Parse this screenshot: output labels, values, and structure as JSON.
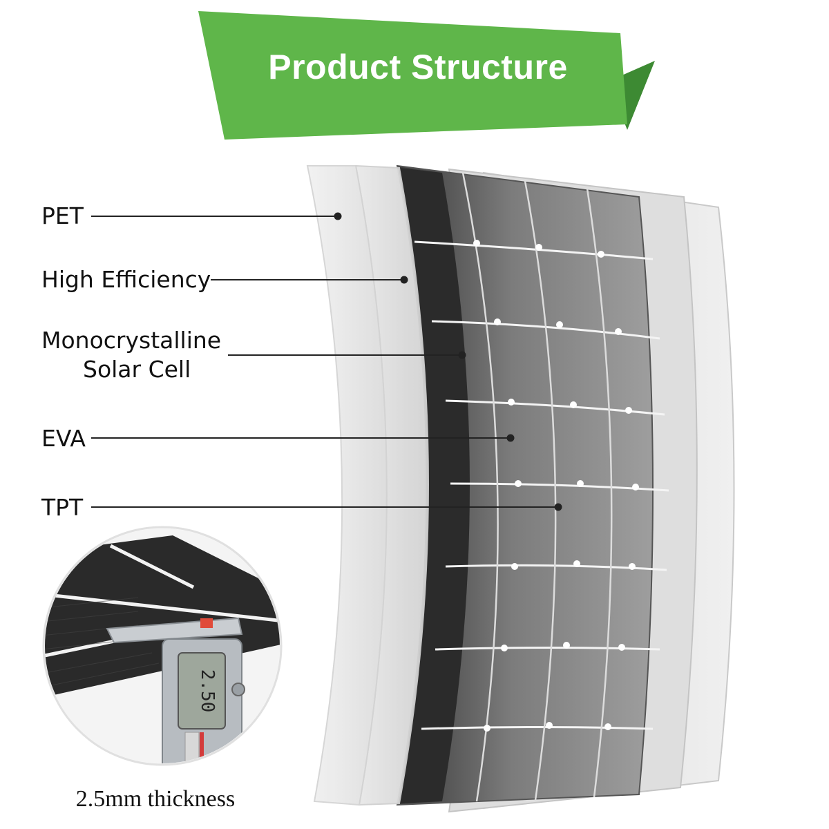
{
  "banner": {
    "title": "Product Structure",
    "color": "#5fb64a",
    "fold_color": "#3d8a33"
  },
  "layers": [
    {
      "id": "pet",
      "label": "PET"
    },
    {
      "id": "high-efficiency",
      "label": "High Efficiency"
    },
    {
      "id": "mono-cell",
      "label_line1": "Monocrystalline",
      "label_line2": "Solar Cell"
    },
    {
      "id": "eva",
      "label": "EVA"
    },
    {
      "id": "tpt",
      "label": "TPT"
    }
  ],
  "inset": {
    "caption": "2.5mm thickness",
    "caliper_reading": "2.50"
  },
  "colors": {
    "leader_line": "#222222",
    "cell_dark": "#2b2b2b",
    "cell_grey": "#8a8a8a",
    "sheet_light": "#e6e6e6"
  }
}
